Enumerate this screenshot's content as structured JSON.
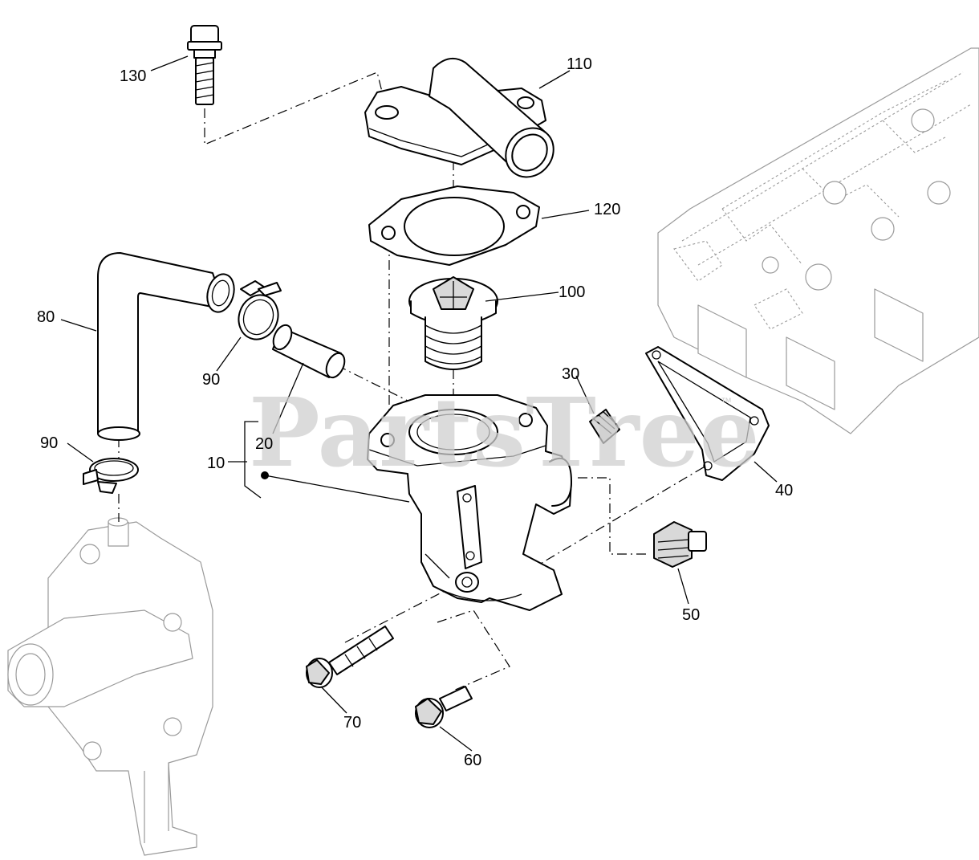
{
  "watermark": {
    "brand": "PartsTree",
    "trademark": "™"
  },
  "callouts": {
    "c130": "130",
    "c110": "110",
    "c120": "120",
    "c100": "100",
    "c80": "80",
    "c90_upper": "90",
    "c90_lower": "90",
    "c20": "20",
    "c10": "10",
    "c30": "30",
    "c40": "40",
    "c50": "50",
    "c70": "70",
    "c60": "60"
  },
  "colors": {
    "line": "#000000",
    "ghost": "#9a9a9a",
    "fill": "#d9d9d9",
    "watermark": "#cfcfcf"
  }
}
